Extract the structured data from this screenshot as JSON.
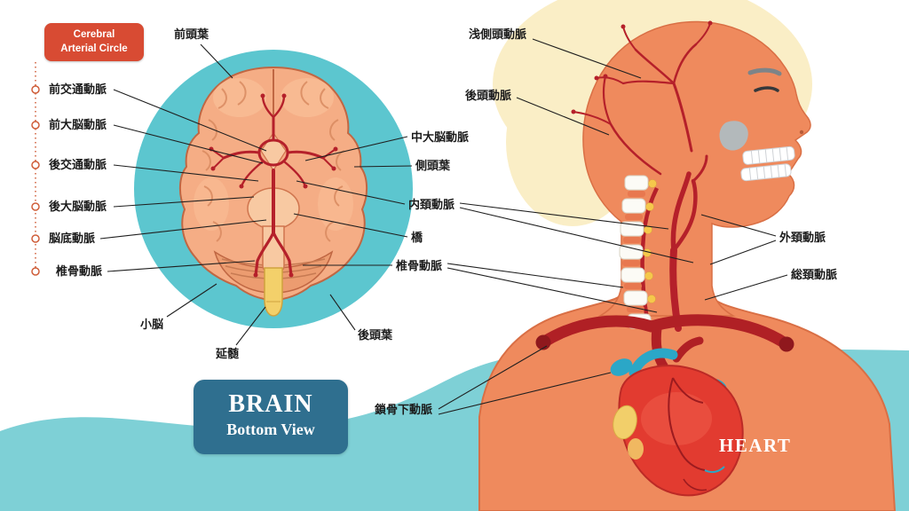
{
  "title_badge": {
    "line1": "Cerebral",
    "line2": "Arterial Circle"
  },
  "caption": {
    "title": "BRAIN",
    "subtitle": "Bottom View"
  },
  "heart_label": "HEART",
  "labels": {
    "frontal_lobe": "前頭葉",
    "ant_comm": "前交通動脈",
    "ant_cerebral": "前大脳動脈",
    "post_comm": "後交通動脈",
    "post_cerebral": "後大脳動脈",
    "basilar": "脳底動脈",
    "vertebral_left": "椎骨動脈",
    "cerebellum": "小脳",
    "medulla": "延髄",
    "mid_cerebral": "中大脳動脈",
    "temporal_lobe": "側頭葉",
    "int_carotid": "内頚動脈",
    "pons": "橋",
    "vertebral_right": "椎骨動脈",
    "occipital_lobe": "後頭葉",
    "sup_temporal": "浅側頭動脈",
    "occipital_artery": "後頭動脈",
    "ext_carotid": "外頚動脈",
    "common_carotid": "総頚動脈",
    "subclavian": "鎖骨下動脈"
  },
  "colors": {
    "background_teal": "#7ed0d6",
    "circle_teal": "#5cc6cf",
    "badge_red": "#d84b33",
    "caption_blue": "#2f6f8f",
    "skin_orange": "#ef8a5d",
    "artery_red": "#b5202a",
    "vein_teal": "#2ba7c7",
    "brain_pink": "#f5ad85",
    "cord_yellow": "#f3d06a"
  }
}
